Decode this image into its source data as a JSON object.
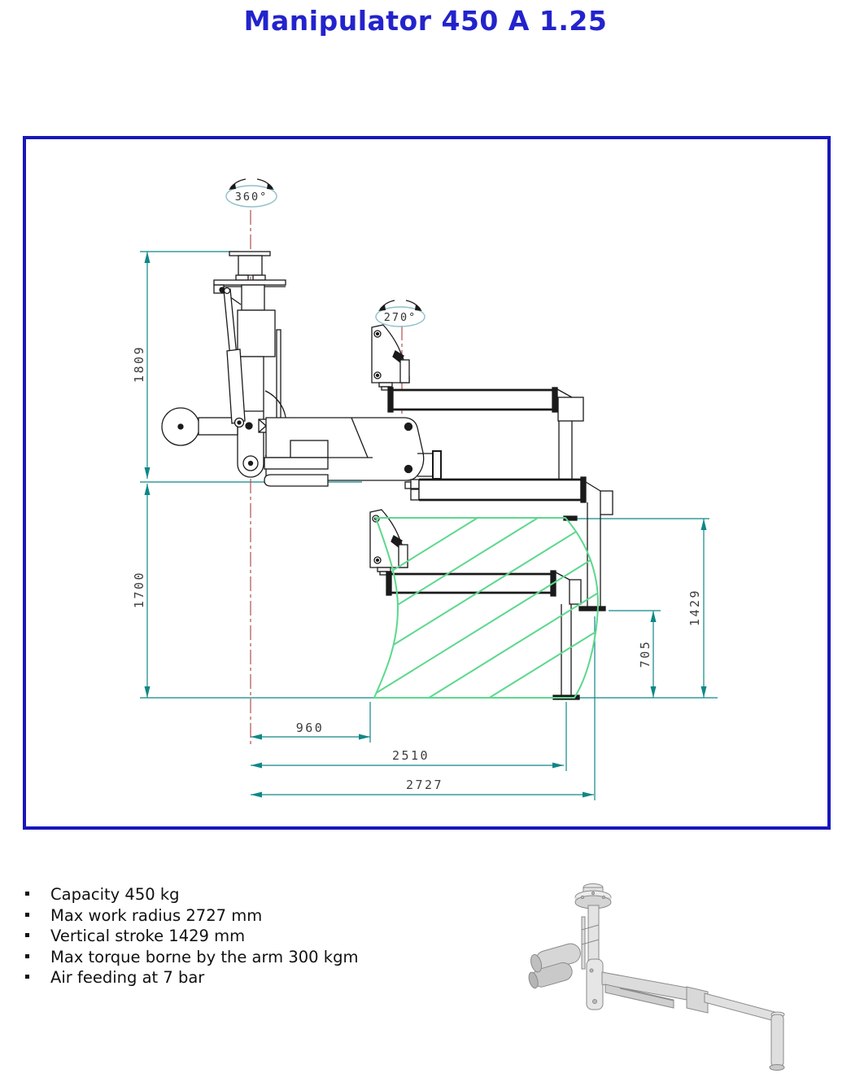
{
  "page": {
    "title": "Manipulator 450 A 1.25"
  },
  "drawing": {
    "rotation_top": "360°",
    "rotation_arm": "270°",
    "dim_height_upper": "1809",
    "dim_height_lower": "1700",
    "dim_vertical_stroke": "1429",
    "dim_offset": "705",
    "dim_radius_min": "960",
    "dim_radius_mid": "2510",
    "dim_radius_max": "2727"
  },
  "specs": {
    "items": [
      "Capacity 450 kg",
      "Max work radius 2727 mm",
      "Vertical stroke 1429 mm",
      "Max torque borne by the arm 300 kgm",
      "Air feeding at 7 bar"
    ]
  },
  "colors": {
    "frame_blue": "#1717bd",
    "title_blue": "#2323cd",
    "dimension_teal": "#0f8787",
    "centerline_red": "#b05050",
    "envelope_green": "#5cd88d"
  }
}
